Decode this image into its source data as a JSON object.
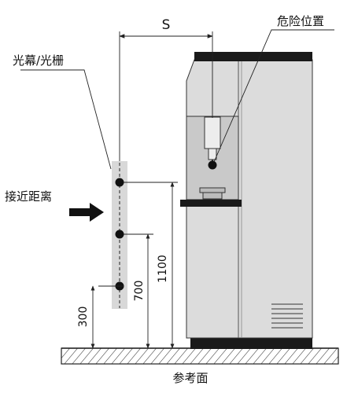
{
  "labels": {
    "light_curtain": "光幕/光栅",
    "approach_distance": "接近距离",
    "danger_position": "危险位置",
    "reference_plane": "参考面",
    "safety_distance": "S"
  },
  "dimensions": {
    "top_beam_height": "1100",
    "middle_beam_height": "700",
    "bottom_beam_height": "300"
  },
  "colors": {
    "machine_body": "#dcdcdc",
    "machine_dark": "#1a1a1a",
    "curtain_strip": "#d8d8d8",
    "line": "#222222"
  }
}
